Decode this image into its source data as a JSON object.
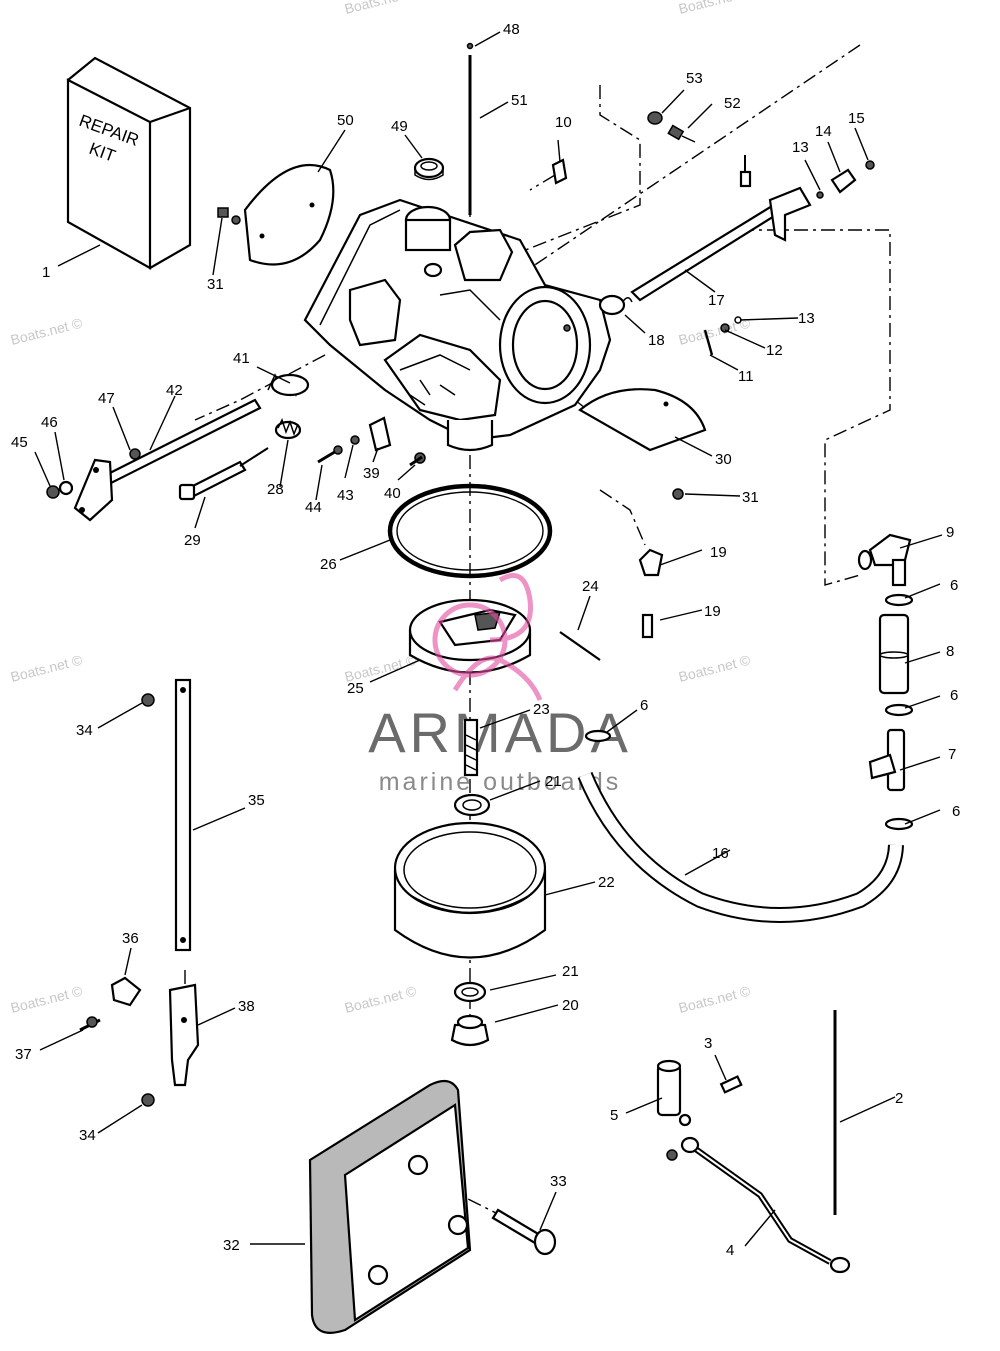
{
  "watermark": "Boats.net ©",
  "logo": {
    "title": "ARMADA",
    "subtitle": "marine outboards",
    "accent": "#e24ca0"
  },
  "repair_kit": {
    "line1": "REPAIR",
    "line2": "KIT"
  },
  "callouts": {
    "c1": "1",
    "c2": "2",
    "c3": "3",
    "c4": "4",
    "c5": "5",
    "c6a": "6",
    "c6b": "6",
    "c6c": "6",
    "c6d": "6",
    "c7": "7",
    "c8": "8",
    "c9": "9",
    "c10": "10",
    "c11": "11",
    "c12": "12",
    "c13a": "13",
    "c13b": "13",
    "c14": "14",
    "c15": "15",
    "c16": "16",
    "c17": "17",
    "c18": "18",
    "c19a": "19",
    "c19b": "19",
    "c20": "20",
    "c21a": "21",
    "c21b": "21",
    "c22": "22",
    "c23": "23",
    "c24": "24",
    "c25": "25",
    "c26": "26",
    "c28": "28",
    "c29": "29",
    "c30": "30",
    "c31a": "31",
    "c31b": "31",
    "c32": "32",
    "c33": "33",
    "c34a": "34",
    "c34b": "34",
    "c35": "35",
    "c36": "36",
    "c37": "37",
    "c38": "38",
    "c39": "39",
    "c40": "40",
    "c41": "41",
    "c42": "42",
    "c43": "43",
    "c44": "44",
    "c45": "45",
    "c46": "46",
    "c47": "47",
    "c48": "48",
    "c49": "49",
    "c50": "50",
    "c51": "51",
    "c52": "52",
    "c53": "53"
  }
}
